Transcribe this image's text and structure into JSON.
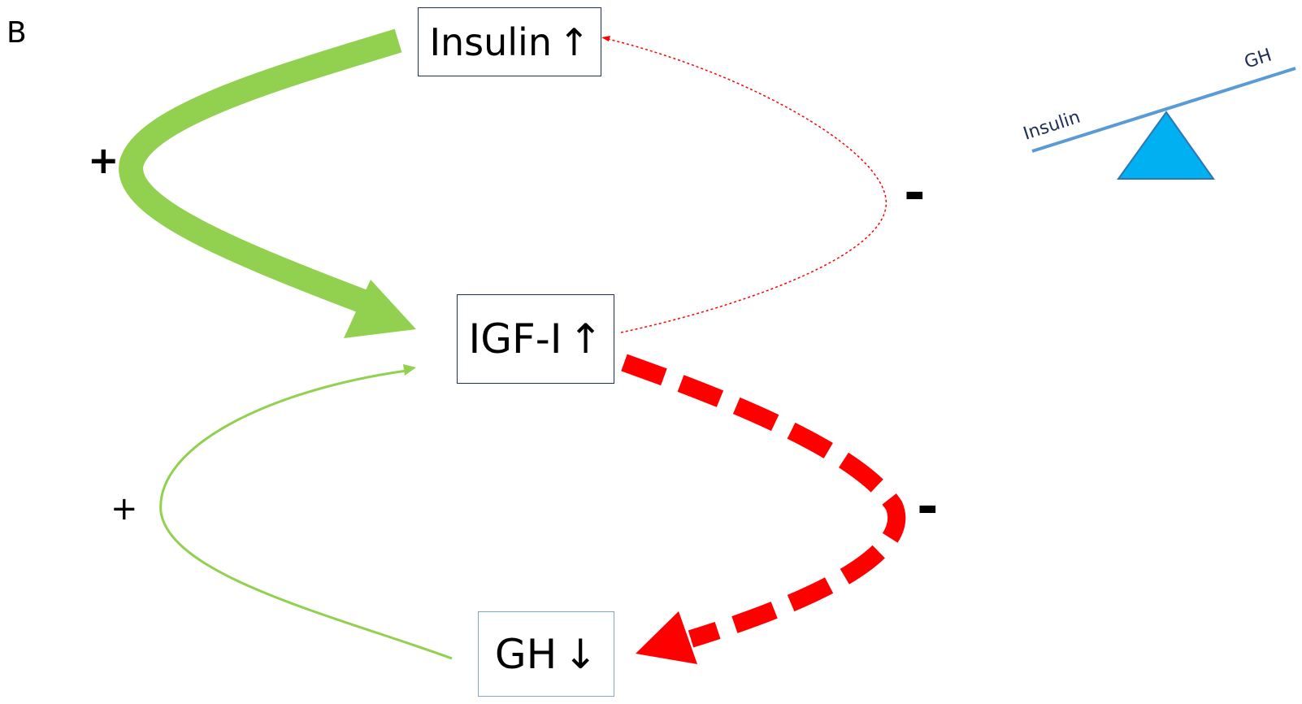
{
  "panel_label": "B",
  "boxes": {
    "insulin": {
      "label": "Insulin",
      "arrow": "↑"
    },
    "igf": {
      "label": "IGF-I",
      "arrow": "↑"
    },
    "gh": {
      "label": "GH",
      "arrow": "↓"
    }
  },
  "signs": {
    "insulin_to_igf": "+",
    "igf_to_insulin": "-",
    "igf_to_gh": "-",
    "gh_to_igf": "+"
  },
  "balance": {
    "left_label": "Insulin",
    "right_label": "GH"
  },
  "colors": {
    "positive": "#92d050",
    "negative": "#ff0000",
    "balance_beam": "#5b9bd5",
    "fulcrum": "#00b0f0"
  }
}
